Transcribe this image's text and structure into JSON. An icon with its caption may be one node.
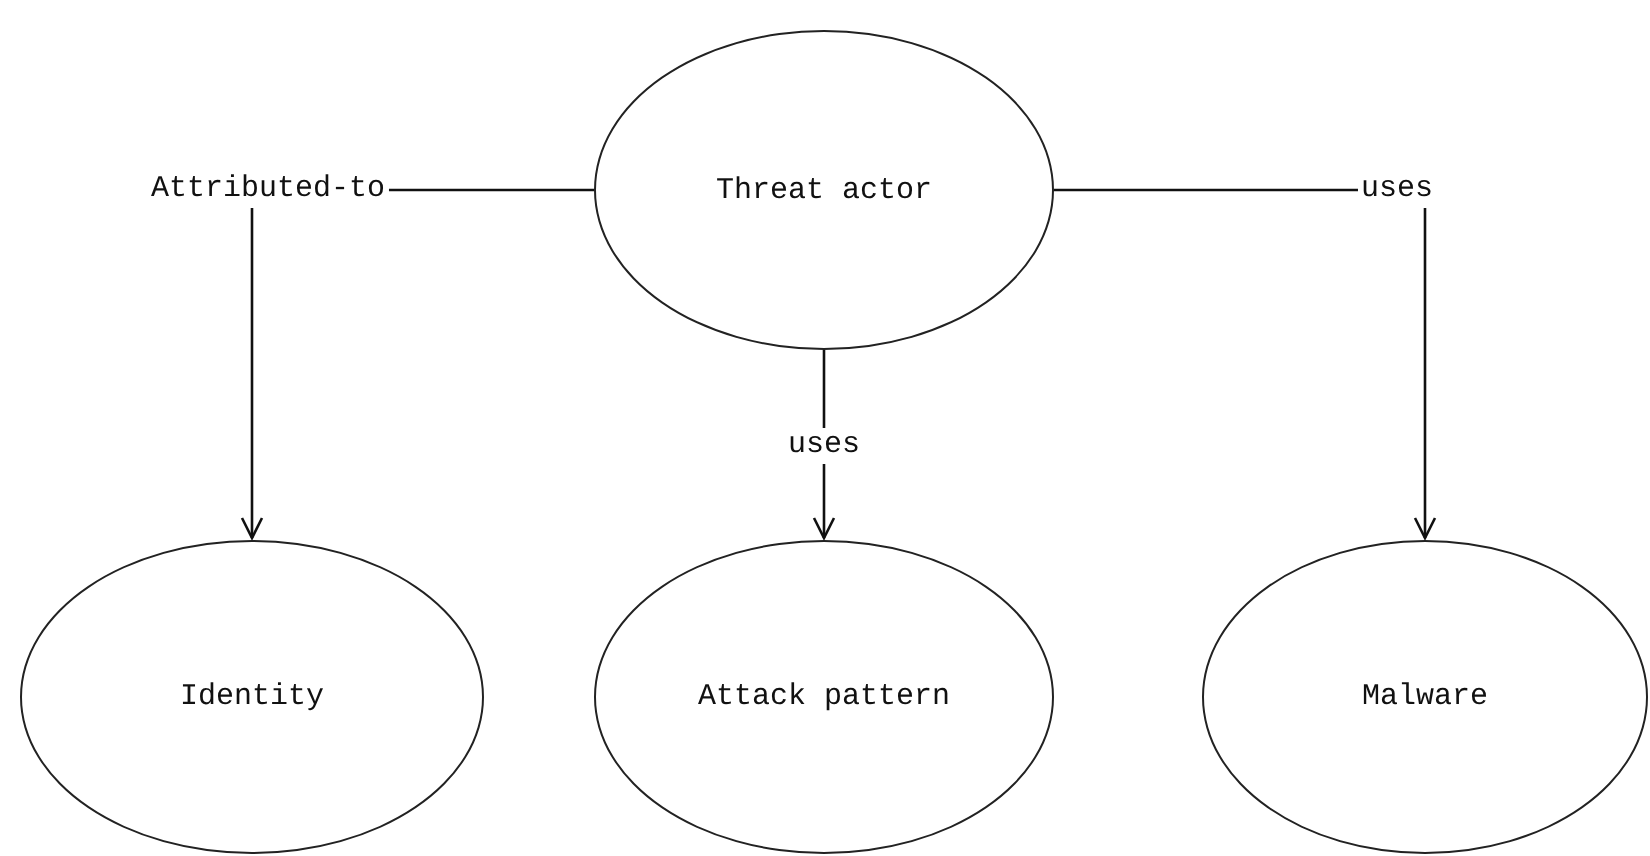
{
  "diagram": {
    "nodes": [
      {
        "text": [
          "Threat actor"
        ]
      },
      {
        "text": [
          "Identity"
        ]
      },
      {
        "text": [
          "Attack pattern"
        ]
      },
      {
        "text": [
          "Malware"
        ]
      }
    ],
    "edges": [
      {
        "from": 0,
        "to": 1,
        "arrow": "to",
        "label": "Attributed-to"
      },
      {
        "from": 0,
        "to": 2,
        "arrow": "to",
        "label": "uses"
      },
      {
        "from": 0,
        "to": 3,
        "arrow": "to",
        "label": "uses"
      }
    ]
  }
}
